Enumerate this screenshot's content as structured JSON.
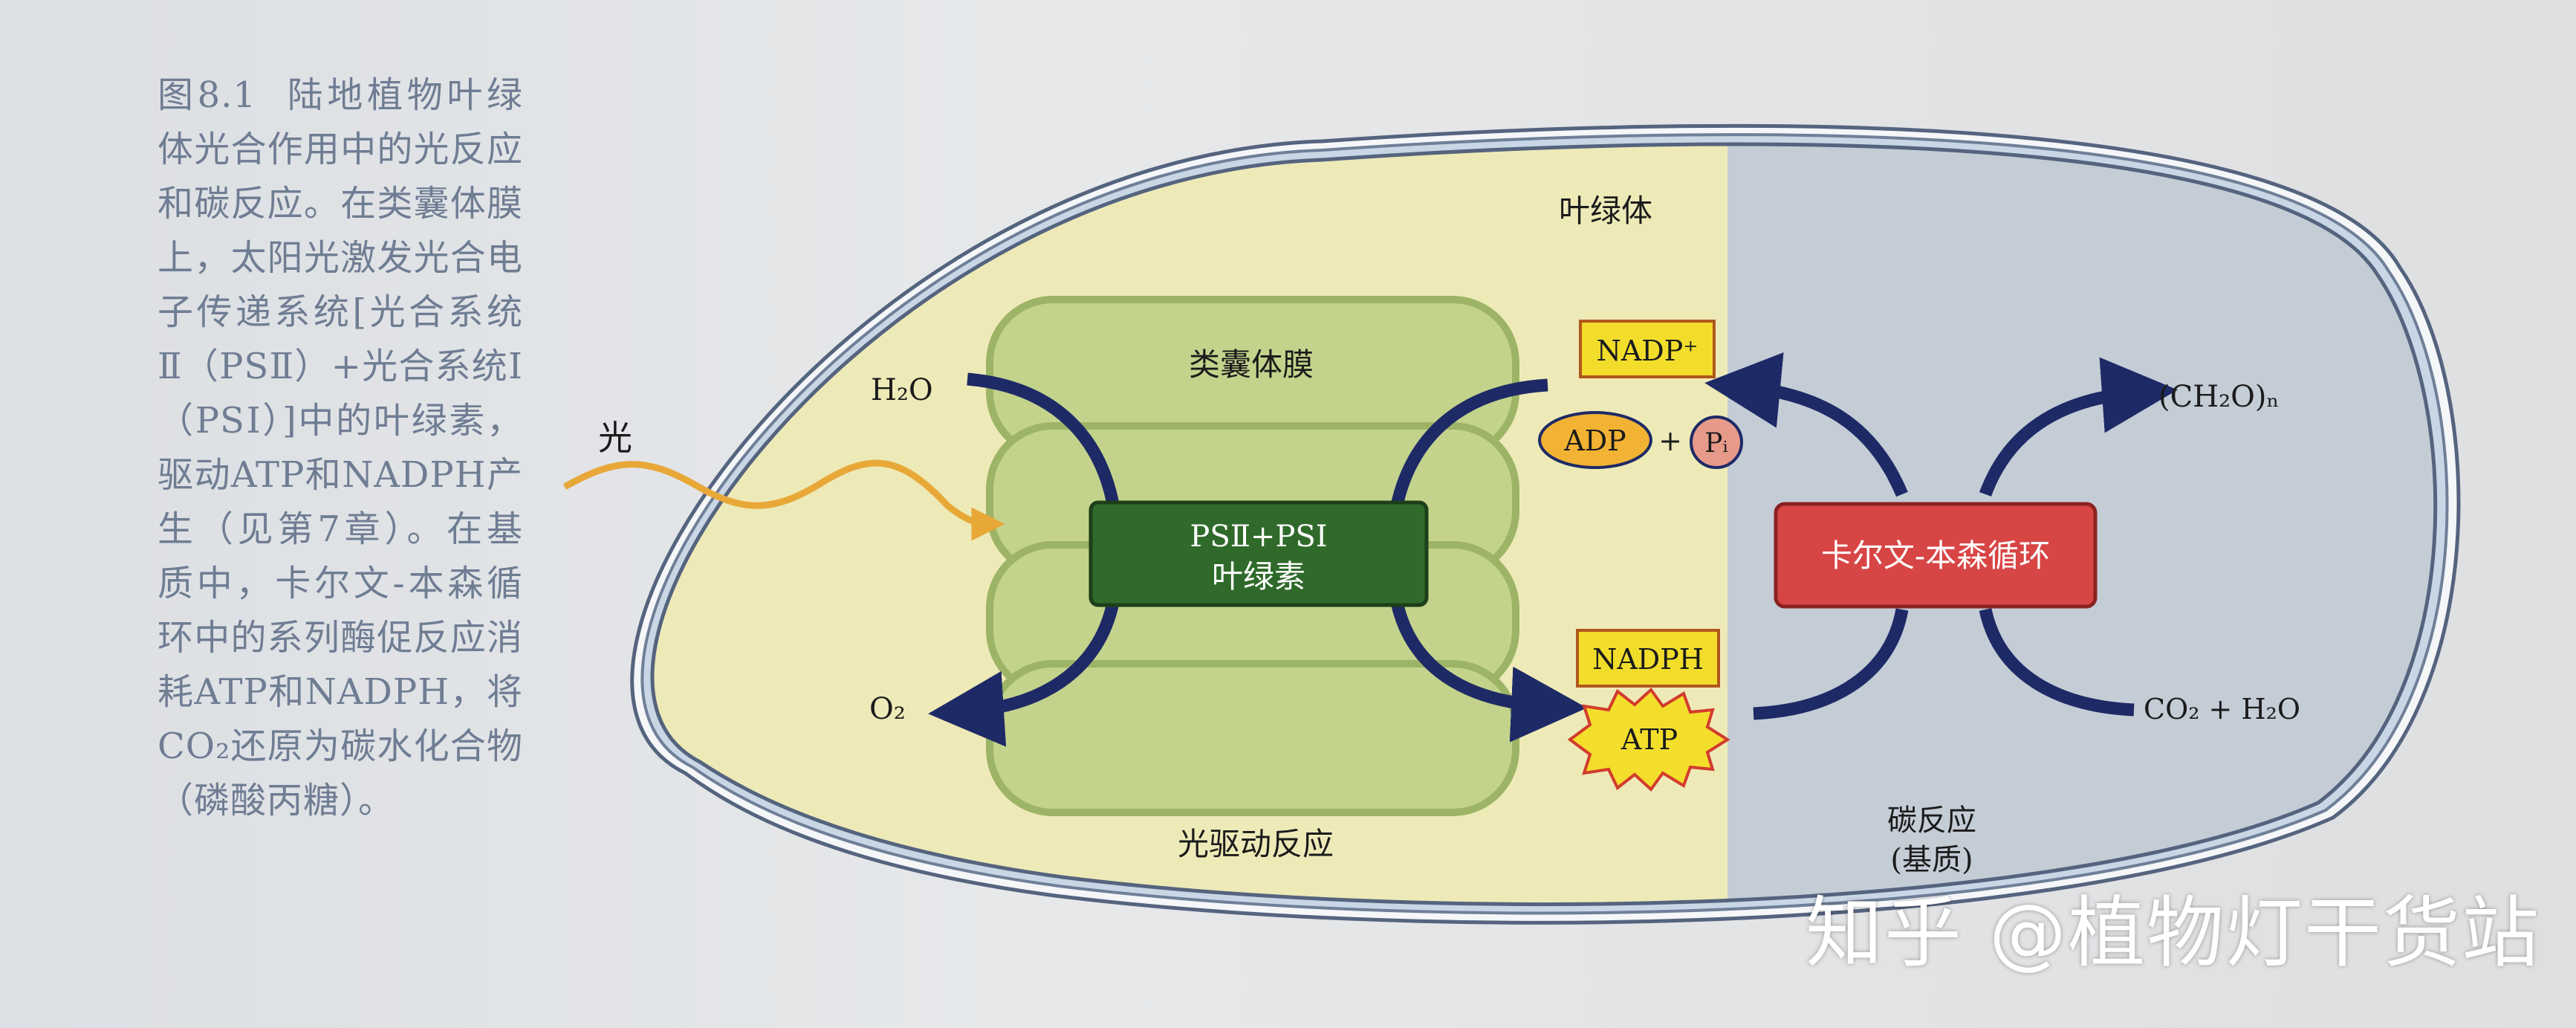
{
  "caption": {
    "figure_number": "图8.1",
    "body": "陆地植物叶绿体光合作用中的光反应和碳反应。在类囊体膜上，太阳光激发光合电子传递系统[光合系统Ⅱ（PSⅡ）+光合系统Ⅰ（PSⅠ）]中的叶绿素，驱动ATP和NADPH产生（见第7章）。在基质中，卡尔文-本森循环中的系列酶促反应消耗ATP和NADPH，将CO₂还原为碳水化合物（磷酸丙糖）。"
  },
  "diagram": {
    "light_label": "光",
    "chloroplast_label": "叶绿体",
    "thylakoid_label": "类囊体膜",
    "ps_box_line1": "PSⅡ+PSI",
    "ps_box_line2": "叶绿素",
    "h2o_in": "H₂O",
    "o2_out": "O₂",
    "nadp": "NADP⁺",
    "adp": "ADP",
    "plus": "+",
    "pi": "Pᵢ",
    "nadph": "NADPH",
    "atp": "ATP",
    "calvin_label": "卡尔文-本森循环",
    "ch2o_out": "(CH₂O)ₙ",
    "co2_h2o_in": "CO₂ + H₂O",
    "light_reactions_label": "光驱动反应",
    "carbon_reactions_line1": "碳反应",
    "carbon_reactions_line2": "(基质)"
  },
  "watermark": "知乎 @植物灯干货站",
  "colors": {
    "light_region": "#eeeab8",
    "stroma_region": "#c4ccd6",
    "thylakoid": "#bfcf86",
    "ps_box": "#2f6a2a",
    "calvin_box": "#d84545",
    "arrow": "#1e2a66",
    "light_wave": "#e8a838",
    "label_box": "#f2de2a"
  }
}
